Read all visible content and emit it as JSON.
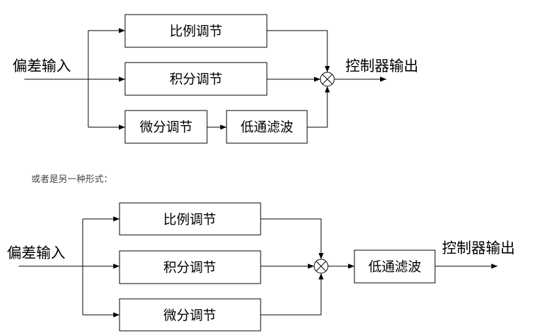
{
  "diagram1": {
    "input_label": "偏差输入",
    "output_label": "控制器输出",
    "block_p": "比例调节",
    "block_i": "积分调节",
    "block_d": "微分调节",
    "block_lpf": "低通滤波"
  },
  "caption": "或者是另一种形式：",
  "diagram2": {
    "input_label": "偏差输入",
    "output_label": "控制器输出",
    "block_p": "比例调节",
    "block_i": "积分调节",
    "block_d": "微分调节",
    "block_lpf": "低通滤波"
  }
}
